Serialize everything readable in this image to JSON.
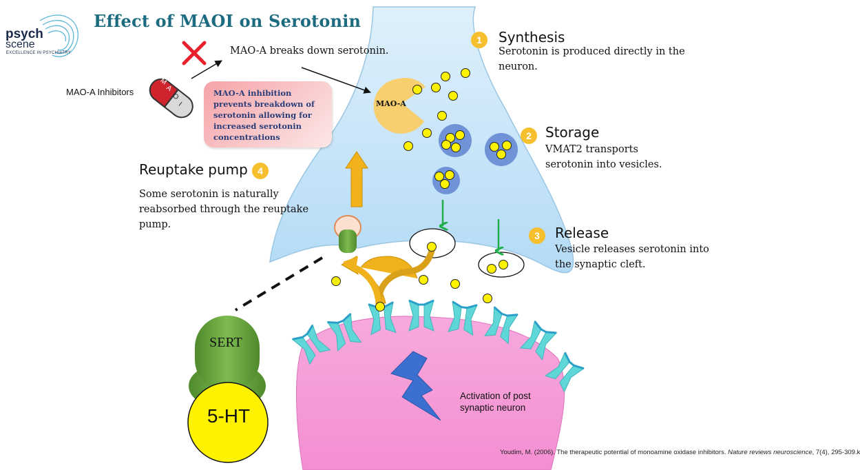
{
  "title": "Effect of MAOI on Serotonin",
  "logo": {
    "line1": "psych",
    "line2": "scene",
    "tagline": "EXCELLENCE IN PSYCHIATRY"
  },
  "inhibitor": {
    "label": "MAO-A Inhibitors",
    "pill_letters": [
      "M",
      "A",
      "O",
      "I"
    ]
  },
  "breakdown_text": "MAO-A breaks down serotonin.",
  "callout": "MAO-A inhibition prevents breakdown of serotonin allowing for increased serotonin concentrations",
  "maoa_label": "MAO-A",
  "steps": [
    {
      "number": "1",
      "title": "Synthesis",
      "text": "Serotonin is produced directly in the neuron."
    },
    {
      "number": "2",
      "title": "Storage",
      "text": "VMAT2 transports serotonin into vesicles."
    },
    {
      "number": "3",
      "title": "Release",
      "text": "Vesicle releases serotonin into the synaptic cleft."
    },
    {
      "number": "4",
      "title": "Reuptake pump",
      "text": "Some serotonin is naturally reabsorbed through the reuptake pump."
    }
  ],
  "sert_label": "SERT",
  "ht_label": "5-HT",
  "activation_text": "Activation of post synaptic neuron",
  "citation": {
    "authors": "Youdim, M. (2006). The therapeutic potential of monoamine oxidase inhibitors. ",
    "journal": "Nature reviews neuroscience",
    "rest": ", 7(4), 295-309.k"
  },
  "colors": {
    "title": "#1d6b80",
    "presynaptic_fill": "#c9e4f8",
    "postsynaptic_fill": "#f59ad6",
    "serotonin": "#fff200",
    "vesicle": "#6f93d6",
    "maoa": "#f8cf6e",
    "sert": "#5f9e3c",
    "receptor": "#5fd6d8",
    "badge": "#f6bf2e",
    "release_arrow": "#1fae4a",
    "reuptake_arrow": "#f0b21c",
    "cross": "#e8202a",
    "callout": "#f6a3a8",
    "lightning": "#3b6fd0"
  }
}
